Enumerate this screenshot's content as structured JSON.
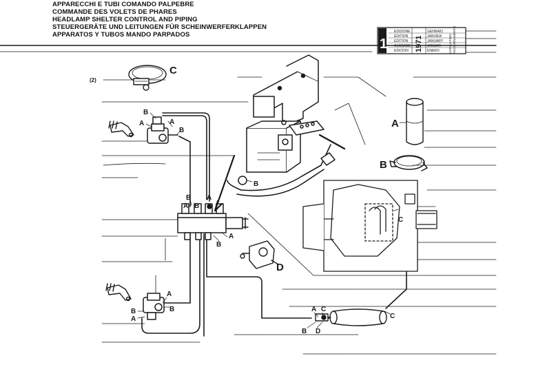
{
  "header": {
    "title_lines": [
      "APPARECCHI E TUBI COMANDO PALPEBRE",
      "COMMANDE DES VOLETS DE PHARES",
      "HEADLAMP SHELTER CONTROL AND PIPING",
      "STEUERGERÄTE UND LEITUNGEN FÜR SCHEINWERFERKLAPPEN",
      "APPARATOS Y TUBOS MANDO PARPADOS"
    ]
  },
  "edition_box": {
    "edition_number": "1",
    "edition_labels": [
      "EDIZIONE",
      "ÉDITION",
      "EDITION",
      "AUSGABE",
      "EDICION"
    ],
    "month_labels": [
      "GENNAIO",
      "JANVIER",
      "JANUARY",
      "JANUAR",
      "ENERO"
    ],
    "year": "1971",
    "side_labels": [
      "DATA ULTIMO",
      "AGGIORNAMENTO"
    ]
  },
  "diagram": {
    "ref_note": "(2)",
    "detail_labels": {
      "clamp_top": "C",
      "hose_sleeve": "A",
      "spring_clip": "B",
      "valve_unit": "D"
    },
    "callouts": {
      "top_actuator_upper": "B",
      "top_actuator_a": "A",
      "top_actuator_a2": "A",
      "top_actuator_b2": "B",
      "valve_block_b_left": "B",
      "valve_block_a_left": "A",
      "valve_block_b_mid": "B",
      "valve_block_a_right": "A",
      "valve_block_b_low": "B",
      "valve_block_a_low": "A",
      "vacuum_unit_b": "B",
      "tank_clamp_c": "C",
      "bottom_actuator_a": "A",
      "bottom_actuator_b": "B",
      "bottom_actuator_a2": "A",
      "bottom_actuator_b2": "B",
      "reservoir_a": "A",
      "reservoir_c": "C",
      "reservoir_b": "B",
      "reservoir_d": "D",
      "reservoir_c_right": "C"
    }
  },
  "colors": {
    "ink": "#1a1a1a",
    "paper": "#ffffff"
  }
}
